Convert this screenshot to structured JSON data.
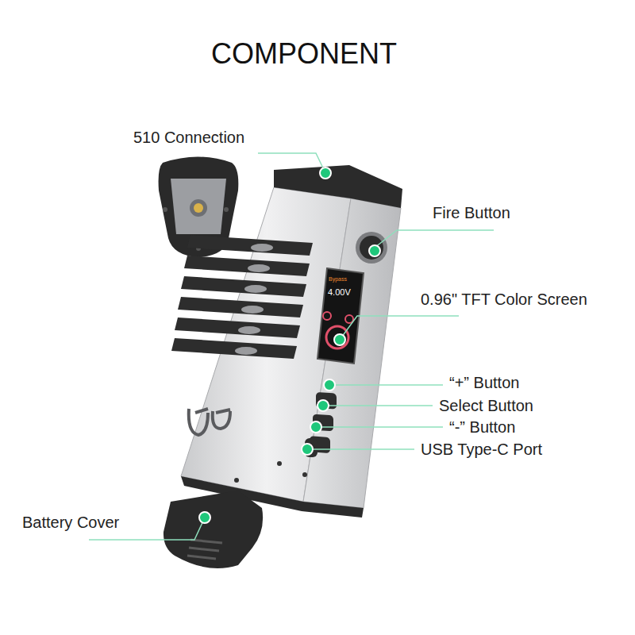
{
  "diagram": {
    "title": "COMPONENT",
    "labels": [
      "510 Connection",
      "Fire Button",
      "0.96\" TFT Color Screen",
      "“+” Button",
      "Select Button",
      "“-” Button",
      "USB Type-C Port",
      "Battery Cover",
      "Bypass",
      "4.00V"
    ]
  }
}
